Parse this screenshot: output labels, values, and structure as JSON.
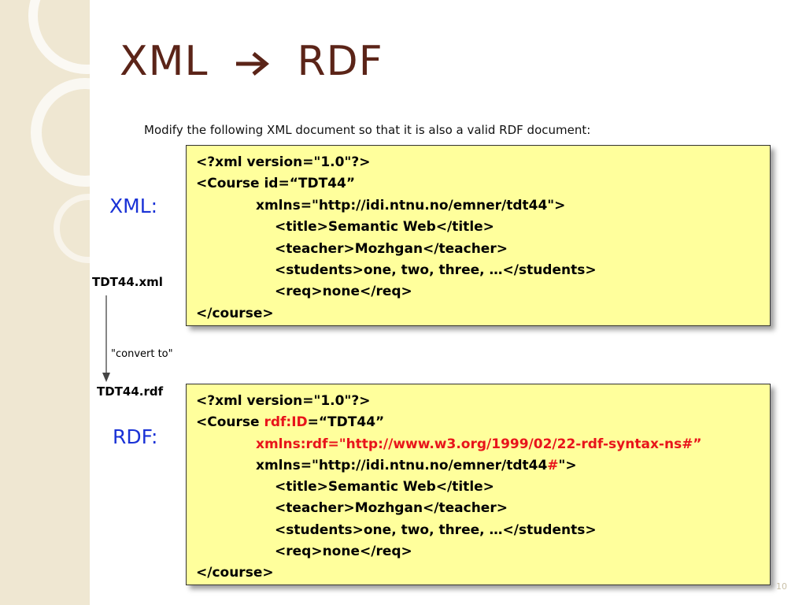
{
  "slide": {
    "title_left": "XML",
    "title_right": "RDF",
    "instruction": "Modify the following XML document so that it is also a valid RDF document:",
    "page_number": "10"
  },
  "labels": {
    "xml": "XML:",
    "rdf": "RDF:",
    "xml_file": "TDT44.xml",
    "rdf_file": "TDT44.rdf",
    "convert": "\"convert to\""
  },
  "xml_code": [
    "<?xml version=\"1.0\"?>",
    "<Course id=“TDT44”",
    "xmlns=\"http://idi.ntnu.no/emner/tdt44\">",
    "<title>Semantic Web</title>",
    "<teacher>Mozhgan</teacher>",
    "<students>one, two, three, …</students>",
    "<req>none</req>",
    "</course>"
  ],
  "rdf_code": {
    "line1": "<?xml version=\"1.0\"?>",
    "line2_a": "<Course ",
    "line2_b": "rdf:ID",
    "line2_c": "=“TDT44”",
    "line3": "xmlns:rdf=\"http://www.w3.org/1999/02/22-rdf-syntax-ns#”",
    "line4_a": "xmlns=\"http://idi.ntnu.no/emner/tdt44",
    "line4_b": "#",
    "line4_c": "\">",
    "line5": "<title>Semantic Web</title>",
    "line6": "<teacher>Mozhgan</teacher>",
    "line7": "<students>one, two, three, …</students>",
    "line8": "<req>none</req>",
    "line9": "</course>"
  },
  "colors": {
    "title": "#5b2418",
    "code_box_bg": "#ffff9c",
    "label_blue": "#1a32d6",
    "highlight_red": "#e8141b",
    "side_strip": "#efe7d2"
  },
  "icons": {
    "title_arrow": "right-arrow-icon",
    "convert_arrow": "down-arrow-icon"
  }
}
